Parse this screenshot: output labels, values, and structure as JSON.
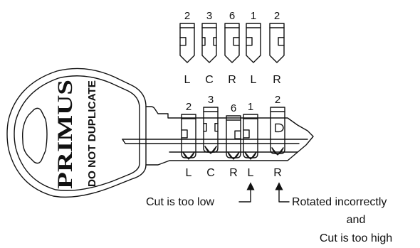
{
  "reference_pins": [
    {
      "depth": "2",
      "orientation": "L"
    },
    {
      "depth": "3",
      "orientation": "C"
    },
    {
      "depth": "6",
      "orientation": "R"
    },
    {
      "depth": "1",
      "orientation": "L"
    },
    {
      "depth": "2",
      "orientation": "R"
    }
  ],
  "key_pins": [
    {
      "depth": "2",
      "orientation": "L"
    },
    {
      "depth": "3",
      "orientation": "C"
    },
    {
      "depth": "6",
      "orientation": "R"
    },
    {
      "depth": "1",
      "orientation": "L"
    },
    {
      "depth": "2",
      "orientation": "R"
    }
  ],
  "key_bow": {
    "brand": "PRIMUS",
    "warning": "DO NOT DUPLICATE"
  },
  "annotations": {
    "too_low": "Cut is too low",
    "rotated_line1": "Rotated incorrectly",
    "rotated_line2": "and",
    "rotated_line3": "Cut is too high"
  },
  "colors": {
    "ink": "#111111",
    "paper": "#ffffff"
  }
}
